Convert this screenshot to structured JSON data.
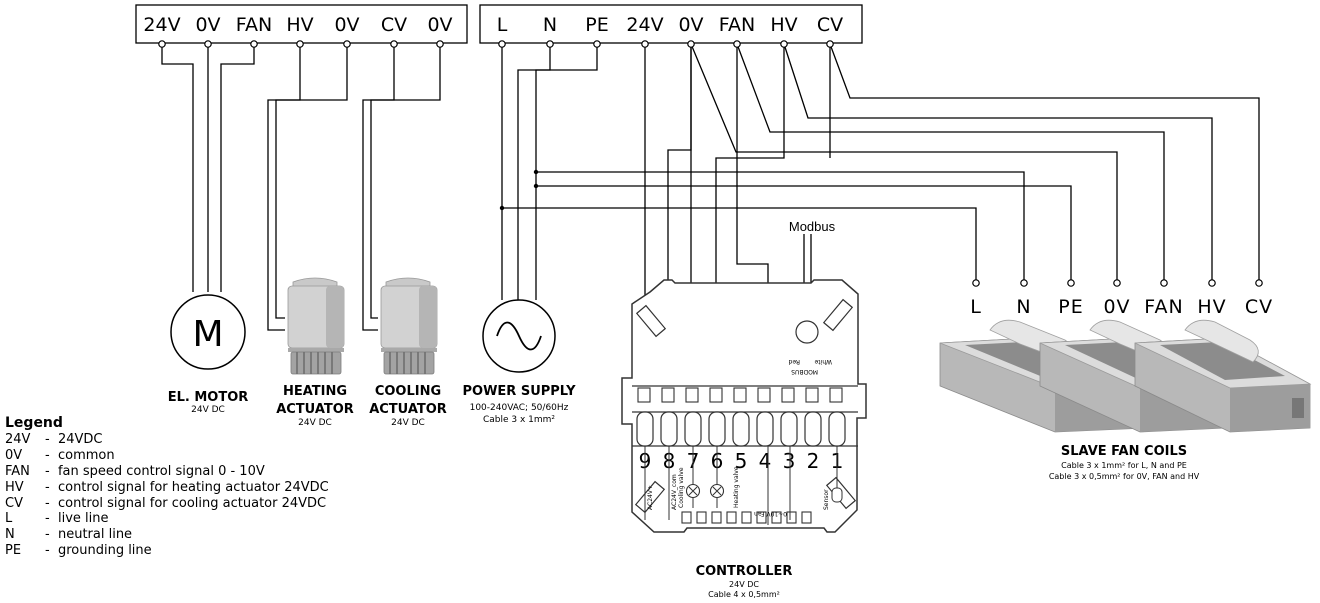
{
  "left_strip": {
    "terminals": [
      "24V",
      "0V",
      "FAN",
      "HV",
      "0V",
      "CV",
      "0V"
    ]
  },
  "right_strip": {
    "terminals": [
      "L",
      "N",
      "PE",
      "24V",
      "0V",
      "FAN",
      "HV",
      "CV"
    ]
  },
  "slave_terminals": [
    "L",
    "N",
    "PE",
    "0V",
    "FAN",
    "HV",
    "CV"
  ],
  "modbus_label": "Modbus",
  "motor": {
    "symbol": "M",
    "title": "EL. MOTOR",
    "spec": "24V DC"
  },
  "heating": {
    "title1": "HEATING",
    "title2": "ACTUATOR",
    "spec": "24V DC"
  },
  "cooling": {
    "title1": "COOLING",
    "title2": "ACTUATOR",
    "spec": "24V DC"
  },
  "power": {
    "title": "POWER SUPPLY",
    "spec1": "100-240VAC; 50/60Hz",
    "spec2": "Cable 3 x 1mm²"
  },
  "controller": {
    "title": "CONTROLLER",
    "spec1": "24V DC",
    "spec2": "Cable 4 x 0,5mm²",
    "numbers": [
      "9",
      "8",
      "7",
      "6",
      "5",
      "4",
      "3",
      "2",
      "1"
    ],
    "small_labels": [
      "AC24V+",
      "AC24V_com",
      "Cooling valve",
      "Heating valve",
      "0~10V Fan",
      "Sensor",
      "MODBUS",
      "Red",
      "White"
    ]
  },
  "slave": {
    "title": "SLAVE FAN COILS",
    "spec1": "Cable 3 x 1mm² for L, N and PE",
    "spec2": "Cable 3 x 0,5mm² for 0V, FAN and HV"
  },
  "legend": {
    "title": "Legend",
    "items": [
      {
        "key": "24V",
        "sep": "-",
        "desc": "24VDC"
      },
      {
        "key": "0V",
        "sep": "-",
        "desc": "common"
      },
      {
        "key": "FAN",
        "sep": "-",
        "desc": "fan speed control signal 0 - 10V"
      },
      {
        "key": "HV",
        "sep": "-",
        "desc": "control signal for heating actuator 24VDC"
      },
      {
        "key": "CV",
        "sep": "-",
        "desc": "control signal for cooling actuator 24VDC"
      },
      {
        "key": "L",
        "sep": "-",
        "desc": "live line"
      },
      {
        "key": "N",
        "sep": "-",
        "desc": "neutral line"
      },
      {
        "key": "PE",
        "sep": "-",
        "desc": "grounding line"
      }
    ]
  }
}
